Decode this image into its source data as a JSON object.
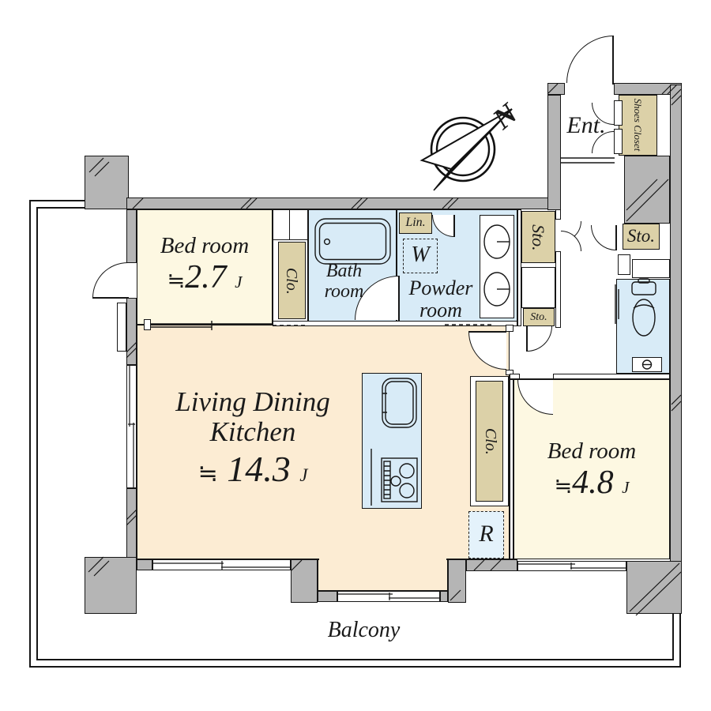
{
  "compass": {
    "north": "N"
  },
  "balcony": {
    "label": "Balcony"
  },
  "entrance": {
    "label": "Ent."
  },
  "rooms": {
    "bedroom_north": {
      "name": "Bed room",
      "approx": "≒",
      "area": "2.7",
      "unit": "J"
    },
    "ldk": {
      "line1": "Living Dining",
      "line2": "Kitchen",
      "approx": "≒",
      "area": "14.3",
      "unit": "J"
    },
    "bedroom_east": {
      "name": "Bed room",
      "approx": "≒",
      "area": "4.8",
      "unit": "J"
    },
    "bathroom": {
      "line1": "Bath",
      "line2": "room"
    },
    "powder": {
      "line1": "Powder",
      "line2": "room"
    }
  },
  "storage": {
    "shoes_closet": "Shoes Closet",
    "linen": "Lin.",
    "closet_north": "Clo.",
    "closet_center": "Clo.",
    "sto_hall_tall": "Sto.",
    "sto_hall_small": "Sto.",
    "sto_east": "Sto."
  },
  "fixtures": {
    "washer": "W",
    "refrigerator": "R"
  },
  "colors": {
    "wall": "#b5b5b5",
    "bedroom_fill": "#fdf8e2",
    "ldk_fill": "#fcecd3",
    "wet_area_fill": "#d8ebf7",
    "storage_fill": "#dcd1a8",
    "line": "#161616"
  }
}
